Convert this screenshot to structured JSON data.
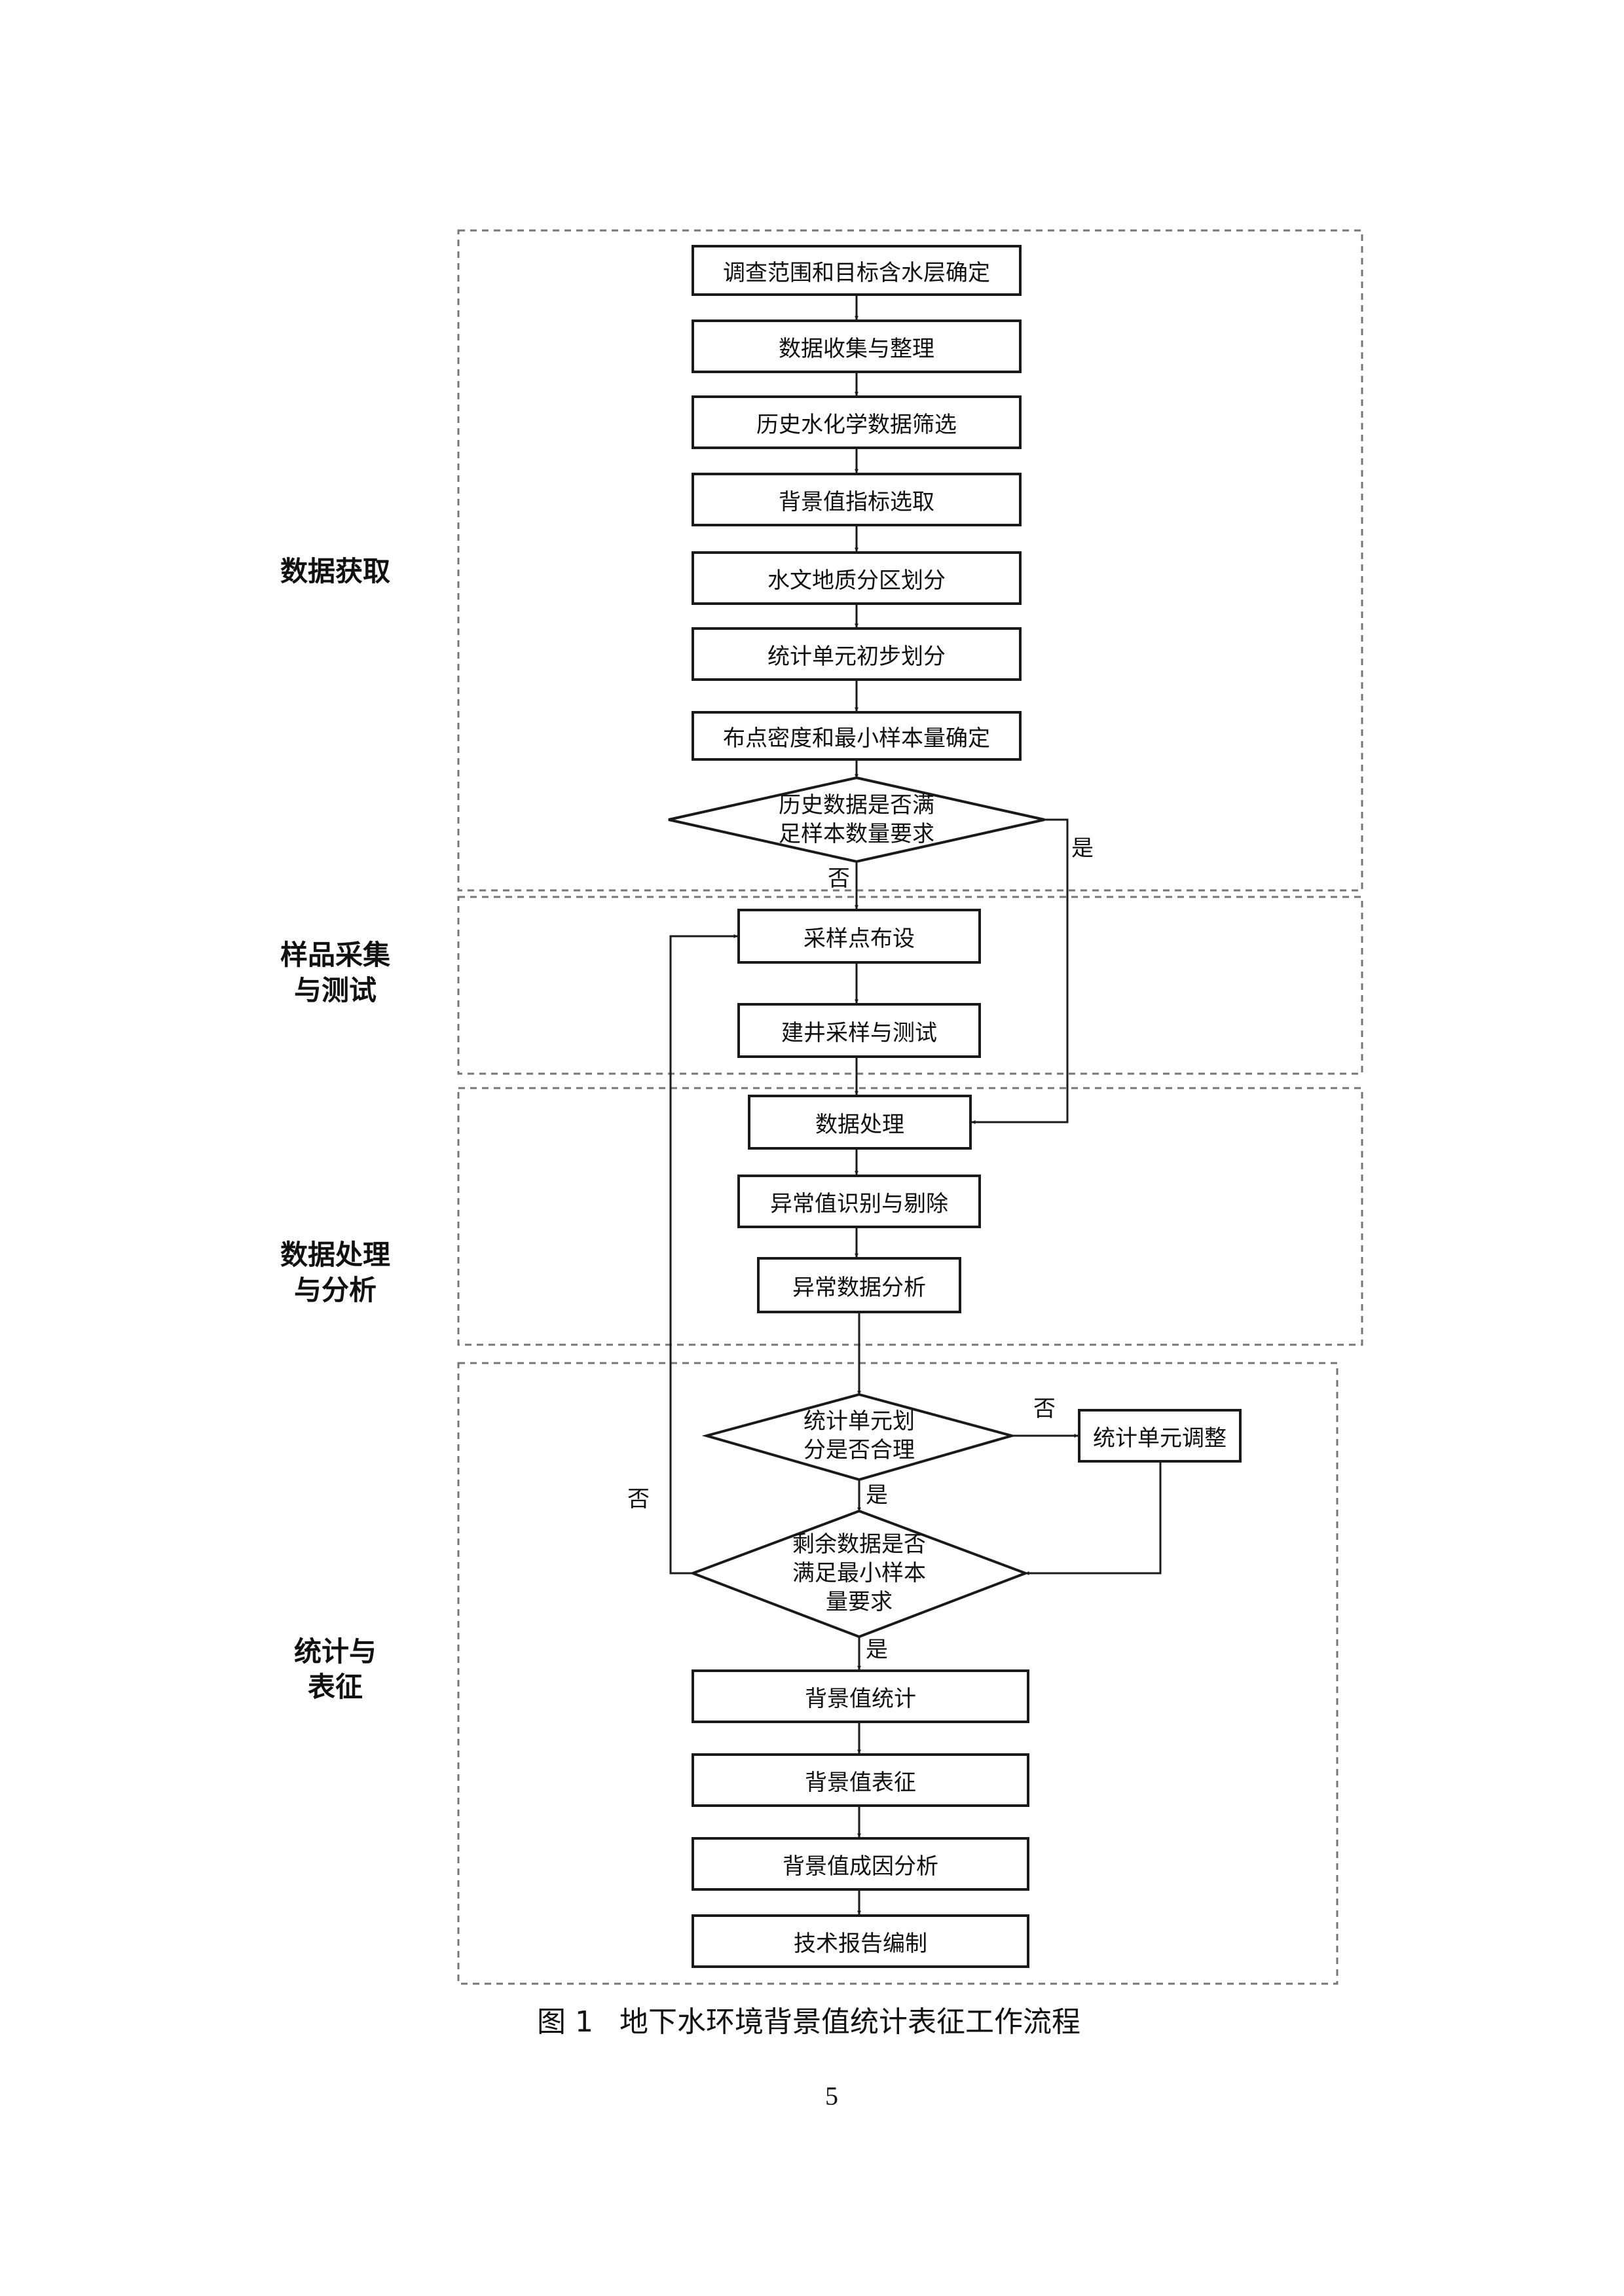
{
  "stages": {
    "acquisition": "数据获取",
    "sampling_1": "样品采集",
    "sampling_2": "与测试",
    "processing_1": "数据处理",
    "processing_2": "与分析",
    "stats_1": "统计与",
    "stats_2": "表征"
  },
  "steps": {
    "s1": "调查范围和目标含水层确定",
    "s2": "数据收集与整理",
    "s3": "历史水化学数据筛选",
    "s4": "背景值指标选取",
    "s5": "水文地质分区划分",
    "s6": "统计单元初步划分",
    "s7": "布点密度和最小样本量确定",
    "s8": "采样点布设",
    "s9": "建井采样与测试",
    "s10": "数据处理",
    "s11": "异常值识别与剔除",
    "s12": "异常数据分析",
    "s13": "统计单元调整",
    "s14": "背景值统计",
    "s15": "背景值表征",
    "s16": "背景值成因分析",
    "s17": "技术报告编制"
  },
  "decisions": {
    "d1_line1": "历史数据是否满",
    "d1_line2": "足样本数量要求",
    "d2_line1": "统计单元划",
    "d2_line2": "分是否合理",
    "d3_line1": "剩余数据是否",
    "d3_line2": "满足最小样本",
    "d3_line3": "量要求"
  },
  "branch_labels": {
    "yes": "是",
    "no": "否"
  },
  "caption": {
    "number": "图 1",
    "title": "地下水环境背景值统计表征工作流程"
  },
  "page_number": "5"
}
